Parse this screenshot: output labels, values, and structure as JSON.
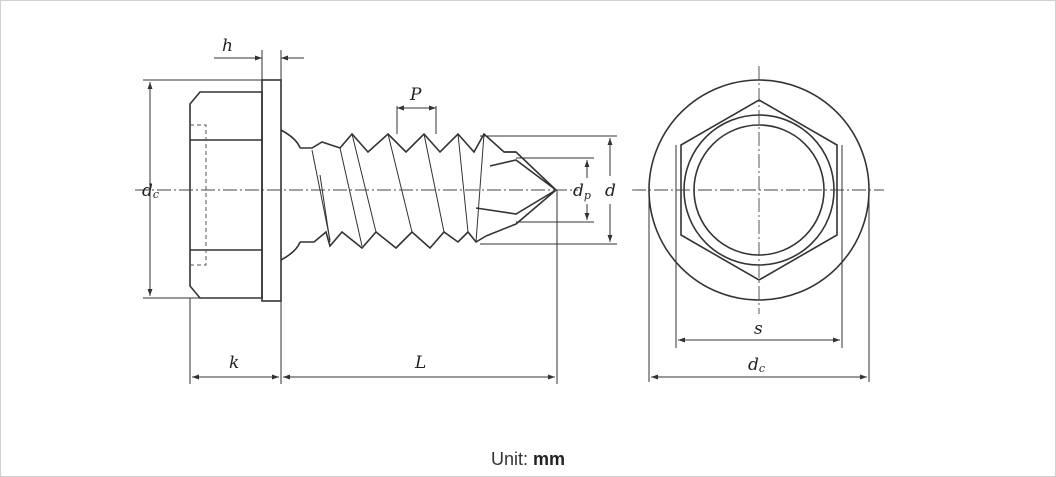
{
  "labels": {
    "h": "h",
    "p": "P",
    "dc_left": "d",
    "dc_left_sub": "c",
    "dp": "d",
    "dp_sub": "p",
    "d": "d",
    "k": "k",
    "L": "L",
    "s": "s",
    "dc_right": "d",
    "dc_right_sub": "c"
  },
  "unit": {
    "label": "Unit:",
    "value": "mm"
  }
}
